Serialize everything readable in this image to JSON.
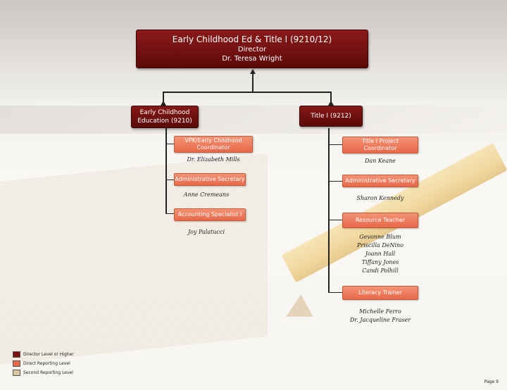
{
  "director": {
    "title": "Early Childhood Ed & Title I (9210/12)",
    "role": "Director",
    "name": "Dr. Teresa Wright"
  },
  "left_dept": {
    "title_line1": "Early Childhood",
    "title_line2": "Education (9210)",
    "units": [
      {
        "label": "VPK/Early Childhood Coordinator",
        "names": [
          "Dr. Elizabeth Mills"
        ]
      },
      {
        "label": "Administrative Secretary",
        "names": [
          "Anne Cremeans"
        ]
      },
      {
        "label": "Accounting Specialist I",
        "names": [
          "Joy Palatucci"
        ]
      }
    ]
  },
  "right_dept": {
    "title": "Title I (9212)",
    "units": [
      {
        "label": "Title I Project Coordinator",
        "names": [
          "Dan Keane"
        ]
      },
      {
        "label": "Administrative Secretary",
        "names": [
          "Sharon Kennedy"
        ]
      },
      {
        "label": "Resource Teacher",
        "names": [
          "Gevonne Blum",
          "Priscilla DeNino",
          "Joann Hall",
          "Tiffany Jones",
          "Candi Polhill"
        ]
      },
      {
        "label": "Literacy Trainer",
        "names": [
          "Michelle Ferro",
          "Dr. Jacqueline Fraser"
        ]
      }
    ]
  },
  "legend": [
    {
      "label": "Director Level or Higher",
      "color": "#7a1212"
    },
    {
      "label": "Direct Reporting Level",
      "color": "#e8684a"
    },
    {
      "label": "Second Reporting Level",
      "color": "#d8c9a0"
    }
  ],
  "page_number": "Page 9"
}
